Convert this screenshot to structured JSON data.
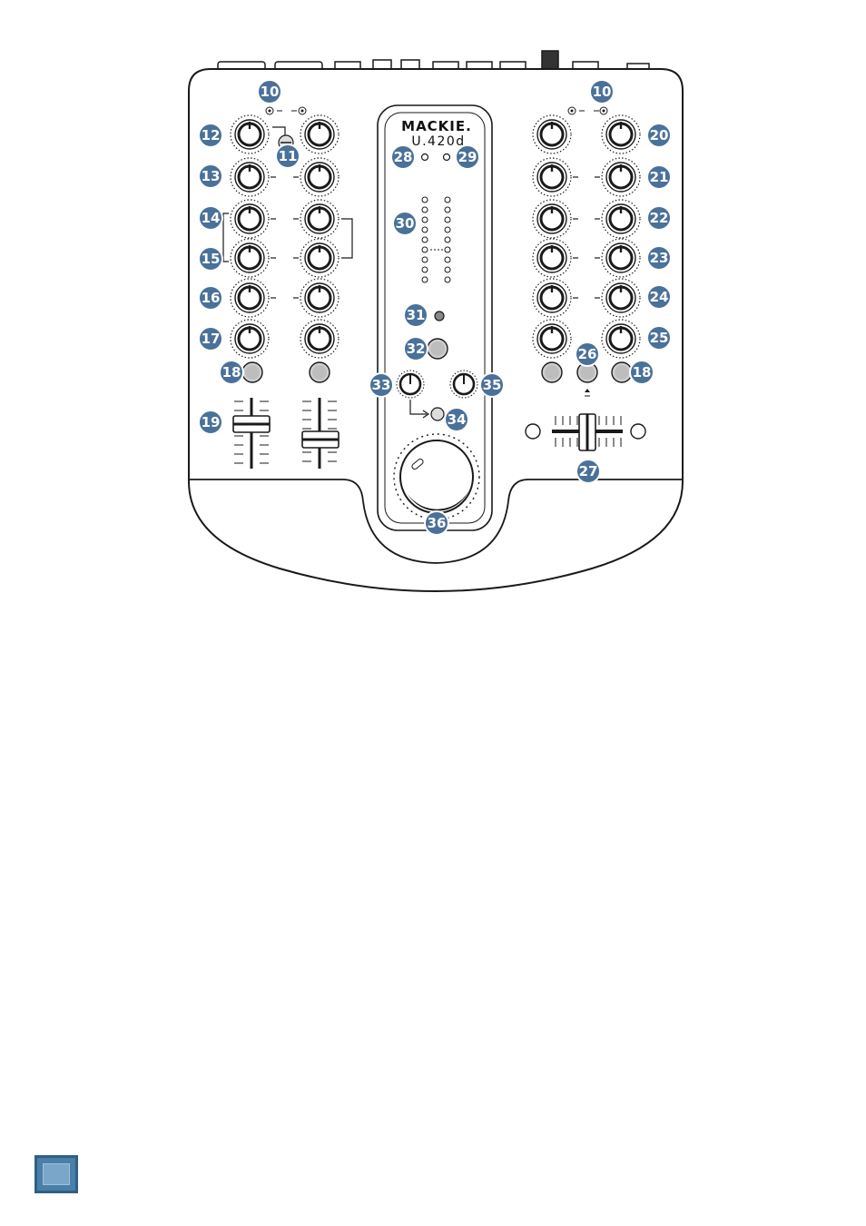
{
  "brand": {
    "name": "MACKIE.",
    "model": "U.420d"
  },
  "callouts": [
    "10",
    "11",
    "12",
    "13",
    "14",
    "15",
    "16",
    "17",
    "18",
    "19",
    "20",
    "21",
    "22",
    "23",
    "24",
    "25",
    "26",
    "27",
    "28",
    "29",
    "30",
    "31",
    "32",
    "33",
    "34",
    "35",
    "36"
  ],
  "colors": {
    "callout_fill": "#4a7199",
    "callout_stroke": "#ffffff",
    "line": "#1a1a1a",
    "page_box": "#4a7fa8"
  }
}
